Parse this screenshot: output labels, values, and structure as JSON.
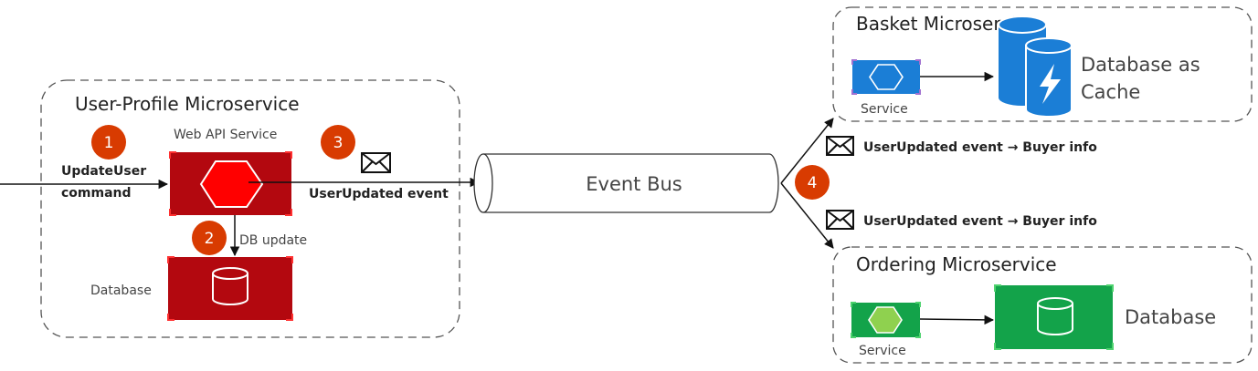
{
  "user_profile": {
    "title": "User-Profile Microservice",
    "web_api_label": "Web API Service",
    "db_label": "Database",
    "cmd_line1": "UpdateUser",
    "cmd_line2": "command",
    "db_update": "DB update"
  },
  "steps": [
    "1",
    "2",
    "3",
    "4"
  ],
  "event_label": "UserUpdated event",
  "event_bus": "Event Bus",
  "event_arrow_label": "UserUpdated event → Buyer info",
  "basket": {
    "title": "Basket Microservice",
    "service_label": "Service",
    "db_line1": "Database as",
    "db_line2": "Cache"
  },
  "ordering": {
    "title": "Ordering Microservice",
    "service_label": "Service",
    "db_label": "Database"
  },
  "colors": {
    "red_dark": "#b3080f",
    "red_bright": "#ff0000",
    "badge": "#d83b01",
    "blue": "#1b7ed6",
    "green": "#13a34a",
    "green_light": "#8fd14f"
  },
  "icons": [
    "hexagon-icon",
    "database-icon",
    "envelope-icon",
    "cache-database-icon"
  ]
}
